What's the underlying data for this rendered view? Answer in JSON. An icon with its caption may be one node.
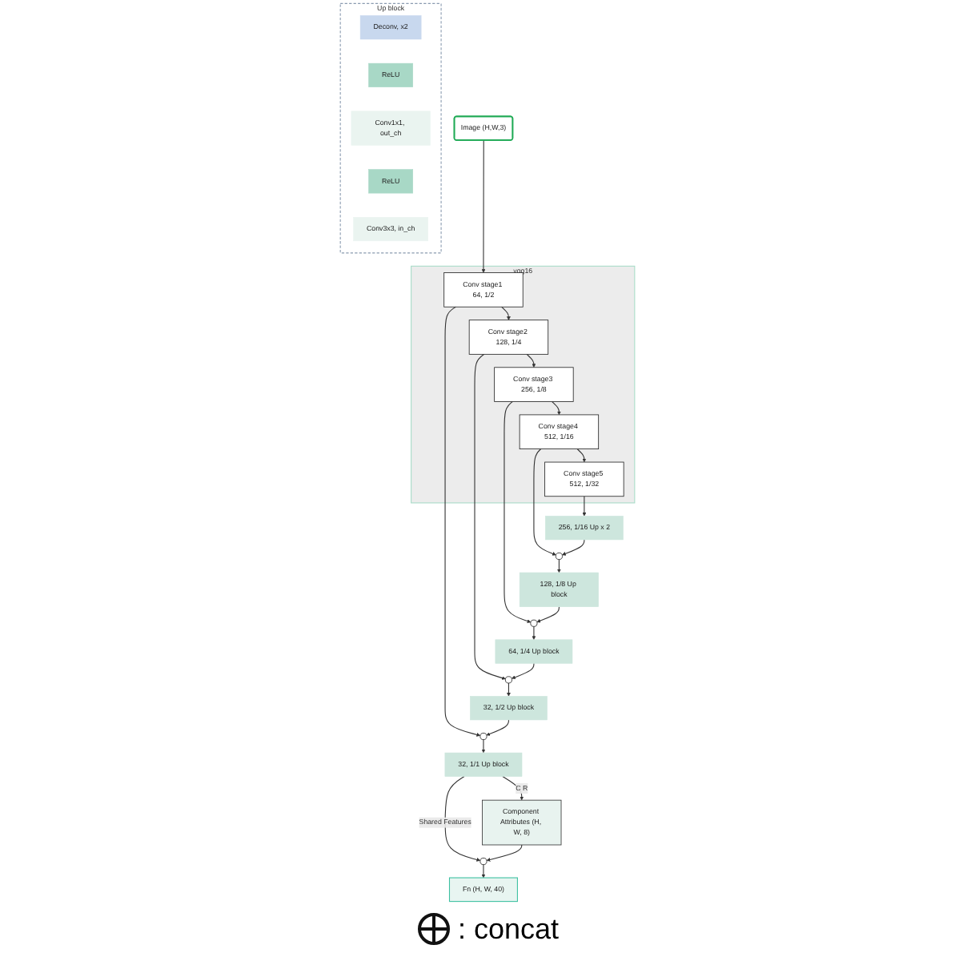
{
  "diagram": {
    "nodes": [
      {
        "text": [
          "Image (H,W,3)"
        ]
      },
      {
        "text": [
          "vgg16"
        ]
      },
      {
        "text": [
          "Conv stage1 64, 1/2"
        ],
        "in": 1
      },
      {
        "text": [
          "Conv stage2 128, 1/4"
        ],
        "in": 1
      },
      {
        "text": [
          "Conv stage3 256, 1/8"
        ],
        "in": 1
      },
      {
        "text": [
          "Conv stage4 512, 1/16"
        ],
        "in": 1
      },
      {
        "text": [
          "Conv stage5 512, 1/32"
        ],
        "in": 1
      },
      {
        "text": [
          "32, 1/1 Up block"
        ]
      },
      {
        "text": [],
        "shape": "circle"
      },
      {
        "text": [
          "32, 1/2 Up block"
        ]
      },
      {
        "text": [],
        "shape": "circle"
      },
      {
        "text": [
          "64, 1/4 Up block"
        ]
      },
      {
        "text": [],
        "shape": "circle"
      },
      {
        "text": [
          "128, 1/8 Up block"
        ]
      },
      {
        "text": [],
        "shape": "circle"
      },
      {
        "text": [
          "256, 1/16 Up x 2"
        ]
      },
      {
        "text": [],
        "shape": "circle"
      },
      {
        "text": [
          "Fn (H, W, 40)"
        ]
      },
      {
        "text": [
          "Component Attributes (H, W, 8)"
        ]
      },
      {
        "text": [
          "Up block"
        ]
      },
      {
        "text": [
          "Deconv, x2"
        ],
        "in": 19
      },
      {
        "text": [
          "ReLU"
        ],
        "in": 19
      },
      {
        "text": [
          "Conv1x1, out_ch"
        ],
        "in": 19
      },
      {
        "text": [
          "ReLU"
        ],
        "in": 19
      },
      {
        "text": [
          "Conv3x3, in_ch"
        ],
        "in": 19
      }
    ],
    "edges": [
      {
        "from": 0,
        "to": 2,
        "arrow": "to"
      },
      {
        "from": 2,
        "to": 3,
        "arrow": "to"
      },
      {
        "from": 3,
        "to": 4,
        "arrow": "to"
      },
      {
        "from": 4,
        "to": 5,
        "arrow": "to"
      },
      {
        "from": 5,
        "to": 6,
        "arrow": "to"
      },
      {
        "from": 6,
        "to": 15,
        "arrow": "to"
      },
      {
        "from": 5,
        "to": 14,
        "arrow": "to"
      },
      {
        "from": 15,
        "to": 14,
        "arrow": "to"
      },
      {
        "from": 14,
        "to": 13,
        "arrow": "to"
      },
      {
        "from": 4,
        "to": 12,
        "arrow": "to"
      },
      {
        "from": 13,
        "to": 12,
        "arrow": "to"
      },
      {
        "from": 12,
        "to": 11,
        "arrow": "to"
      },
      {
        "from": 3,
        "to": 10,
        "arrow": "to"
      },
      {
        "from": 11,
        "to": 10,
        "arrow": "to"
      },
      {
        "from": 10,
        "to": 9,
        "arrow": "to"
      },
      {
        "from": 2,
        "to": 8,
        "arrow": "to"
      },
      {
        "from": 9,
        "to": 8,
        "arrow": "to"
      },
      {
        "from": 8,
        "to": 7,
        "arrow": "to"
      },
      {
        "from": 7,
        "to": 16,
        "arrow": "to",
        "label": "Shared Features"
      },
      {
        "from": 7,
        "to": 18,
        "arrow": "to",
        "label": "C R"
      },
      {
        "from": 18,
        "to": 16,
        "arrow": "to"
      },
      {
        "from": 16,
        "to": 17,
        "arrow": "to"
      }
    ],
    "legend": [
      {
        "text": ": concat"
      }
    ]
  }
}
